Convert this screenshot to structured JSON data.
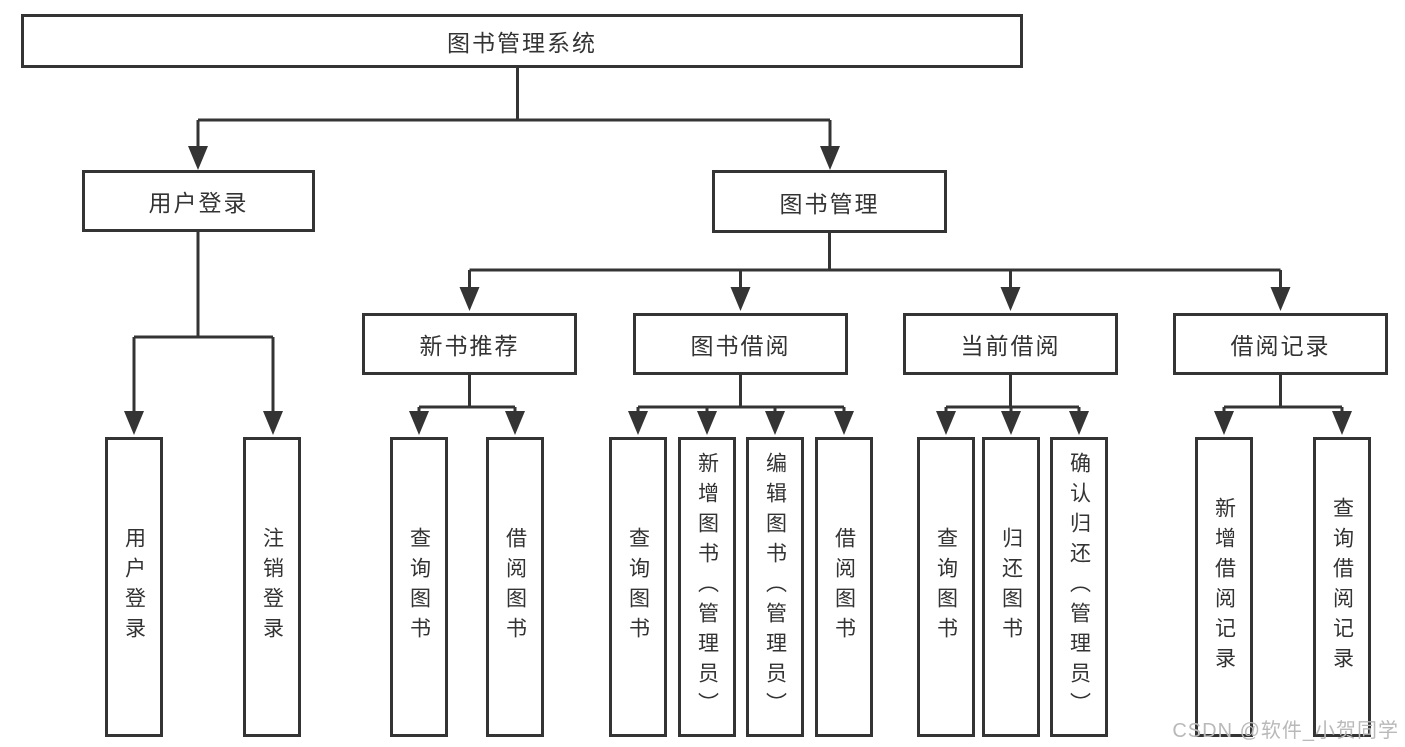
{
  "diagram": {
    "root": {
      "label": "图书管理系统"
    },
    "level2": [
      {
        "id": "user-login",
        "label": "用户登录"
      },
      {
        "id": "book-management",
        "label": "图书管理"
      }
    ],
    "level3": [
      {
        "id": "new-book-recommend",
        "label": "新书推荐",
        "parent": "图书管理"
      },
      {
        "id": "book-borrow",
        "label": "图书借阅",
        "parent": "图书管理"
      },
      {
        "id": "current-borrow",
        "label": "当前借阅",
        "parent": "图书管理"
      },
      {
        "id": "borrow-records",
        "label": "借阅记录",
        "parent": "图书管理"
      }
    ],
    "leaves": [
      {
        "id": "leaf-user-login",
        "label": "用户登录",
        "parent": "用户登录"
      },
      {
        "id": "leaf-logout",
        "label": "注销登录",
        "parent": "用户登录"
      },
      {
        "id": "leaf-query-book-1",
        "label": "查询图书",
        "parent": "新书推荐"
      },
      {
        "id": "leaf-borrow-book-1",
        "label": "借阅图书",
        "parent": "新书推荐"
      },
      {
        "id": "leaf-query-book-2",
        "label": "查询图书",
        "parent": "图书借阅"
      },
      {
        "id": "leaf-add-book-admin",
        "label": "新增图书（管理员）",
        "parent": "图书借阅"
      },
      {
        "id": "leaf-edit-book-admin",
        "label": "编辑图书（管理员）",
        "parent": "图书借阅"
      },
      {
        "id": "leaf-borrow-book-2",
        "label": "借阅图书",
        "parent": "图书借阅"
      },
      {
        "id": "leaf-query-book-3",
        "label": "查询图书",
        "parent": "当前借阅"
      },
      {
        "id": "leaf-return-book",
        "label": "归还图书",
        "parent": "当前借阅"
      },
      {
        "id": "leaf-confirm-return-admin",
        "label": "确认归还（管理员）",
        "parent": "当前借阅"
      },
      {
        "id": "leaf-add-borrow-record",
        "label": "新增借阅记录",
        "parent": "借阅记录"
      },
      {
        "id": "leaf-query-borrow-record",
        "label": "查询借阅记录",
        "parent": "借阅记录"
      }
    ]
  },
  "watermark": {
    "text": "CSDN @软件_小贺同学"
  },
  "colors": {
    "line": "#343434",
    "text": "#333333",
    "watermark": "#b9b9b9",
    "background": "#ffffff"
  }
}
